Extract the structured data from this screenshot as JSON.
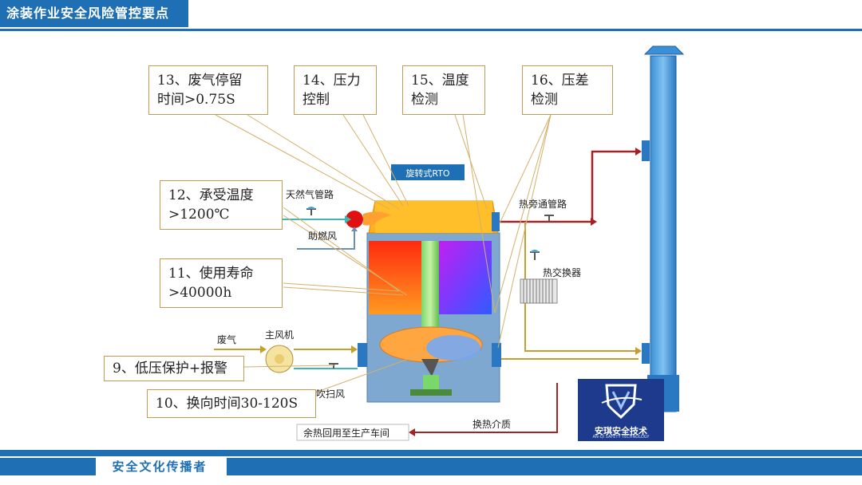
{
  "header": {
    "title": "涂装作业安全风险管控要点"
  },
  "footer": {
    "label": "安全文化传播者"
  },
  "diagram": {
    "rto_title": "旋转式RTO",
    "labels": {
      "natural_gas": "天然气管路",
      "combustion_air": "助燃风",
      "waste_gas": "废气",
      "main_fan": "主风机",
      "purge_air": "吹扫风",
      "hot_bypass": "热旁通管路",
      "heat_exchanger": "热交换器",
      "heat_medium": "换热介质",
      "waste_heat_reuse": "余热回用至生产车间"
    },
    "callouts": [
      {
        "id": "13",
        "text": "13、废气停留\n时间>0.75S"
      },
      {
        "id": "14",
        "text": "14、压力\n控制"
      },
      {
        "id": "15",
        "text": "15、温度\n检测"
      },
      {
        "id": "16",
        "text": "16、压差\n检测"
      },
      {
        "id": "12",
        "text": "12、承受温度\n>1200℃"
      },
      {
        "id": "11",
        "text": "11、使用寿命\n>40000h"
      },
      {
        "id": "9",
        "text": "9、低压保护+报警"
      },
      {
        "id": "10",
        "text": "10、换向时间30-120S"
      }
    ]
  },
  "logo": {
    "name_cn": "安琪安全技术",
    "name_en": "AN-QI SAFETY TECHNOLOGY"
  },
  "colors": {
    "brand_blue": "#1f6fb5",
    "callout_border": "#c49a55",
    "leader_line": "#d4b06a",
    "hot_pipe": "#a52222"
  }
}
